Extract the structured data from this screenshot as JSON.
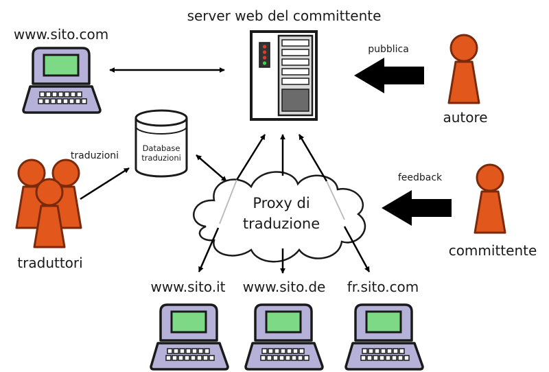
{
  "labels": {
    "server": "server web del committente",
    "site_main": "www.sito.com",
    "publish": "pubblica",
    "author": "autore",
    "translations": "traduzioni",
    "database_line1": "Database",
    "database_line2": "traduzioni",
    "translators": "traduttori",
    "proxy_line1": "Proxy di",
    "proxy_line2": "traduzione",
    "feedback": "feedback",
    "client": "committente",
    "site_it": "www.sito.it",
    "site_de": "www.sito.de",
    "site_fr": "fr.sito.com"
  },
  "colors": {
    "laptop_body": "#b5b1d8",
    "laptop_screen": "#7ed987",
    "person": "#e2571c",
    "arrow": "#000000",
    "outline": "#1a1a1a"
  }
}
